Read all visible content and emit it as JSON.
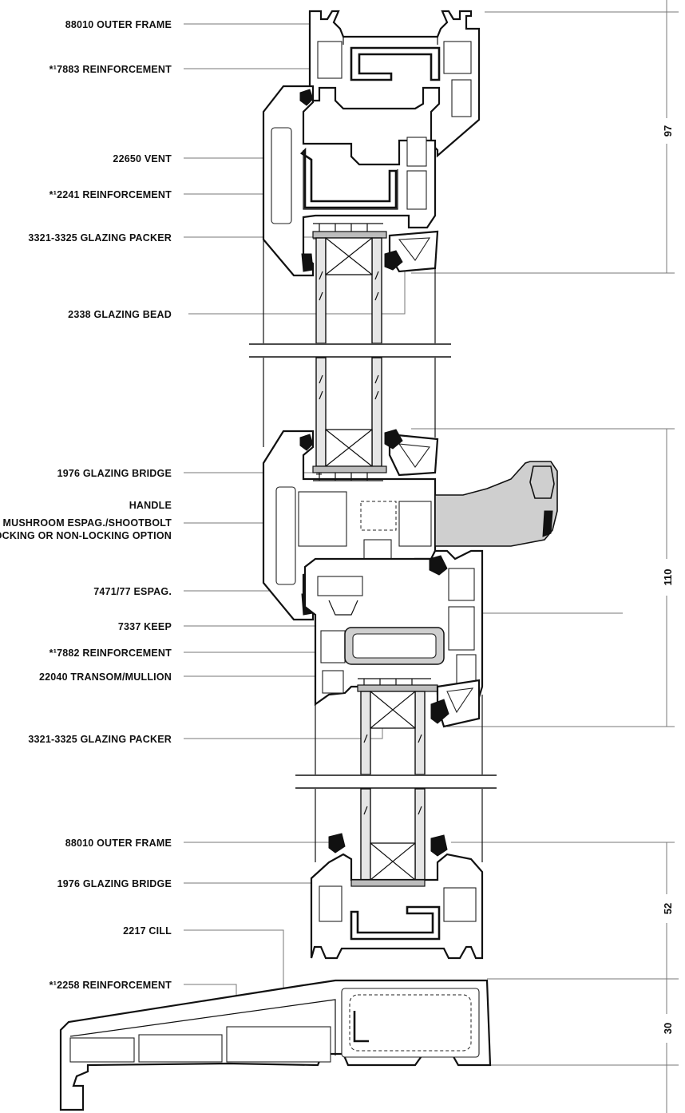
{
  "labels": {
    "l1": "88010 OUTER FRAME",
    "l2": "*¹7883 REINFORCEMENT",
    "l3": "22650 VENT",
    "l4": "*¹2241 REINFORCEMENT",
    "l5": "3321-3325 GLAZING PACKER",
    "l6": "2338 GLAZING BEAD",
    "l7": "1976 GLAZING BRIDGE",
    "l8a": "HANDLE",
    "l8b": "MUSHROOM ESPAG./SHOOTBOLT",
    "l8c": "LOCKING OR NON-LOCKING OPTION",
    "l9": "7471/77 ESPAG.",
    "l10": "7337 KEEP",
    "l11": "*¹7882 REINFORCEMENT",
    "l12": "22040 TRANSOM/MULLION",
    "l13": "3321-3325 GLAZING PACKER",
    "l14": "88010 OUTER FRAME",
    "l15": "1976 GLAZING BRIDGE",
    "l16": "2217 CILL",
    "l17": "*¹2258 REINFORCEMENT"
  },
  "dimensions": {
    "d1": "97",
    "d2": "110",
    "d3": "52",
    "d4": "30"
  }
}
